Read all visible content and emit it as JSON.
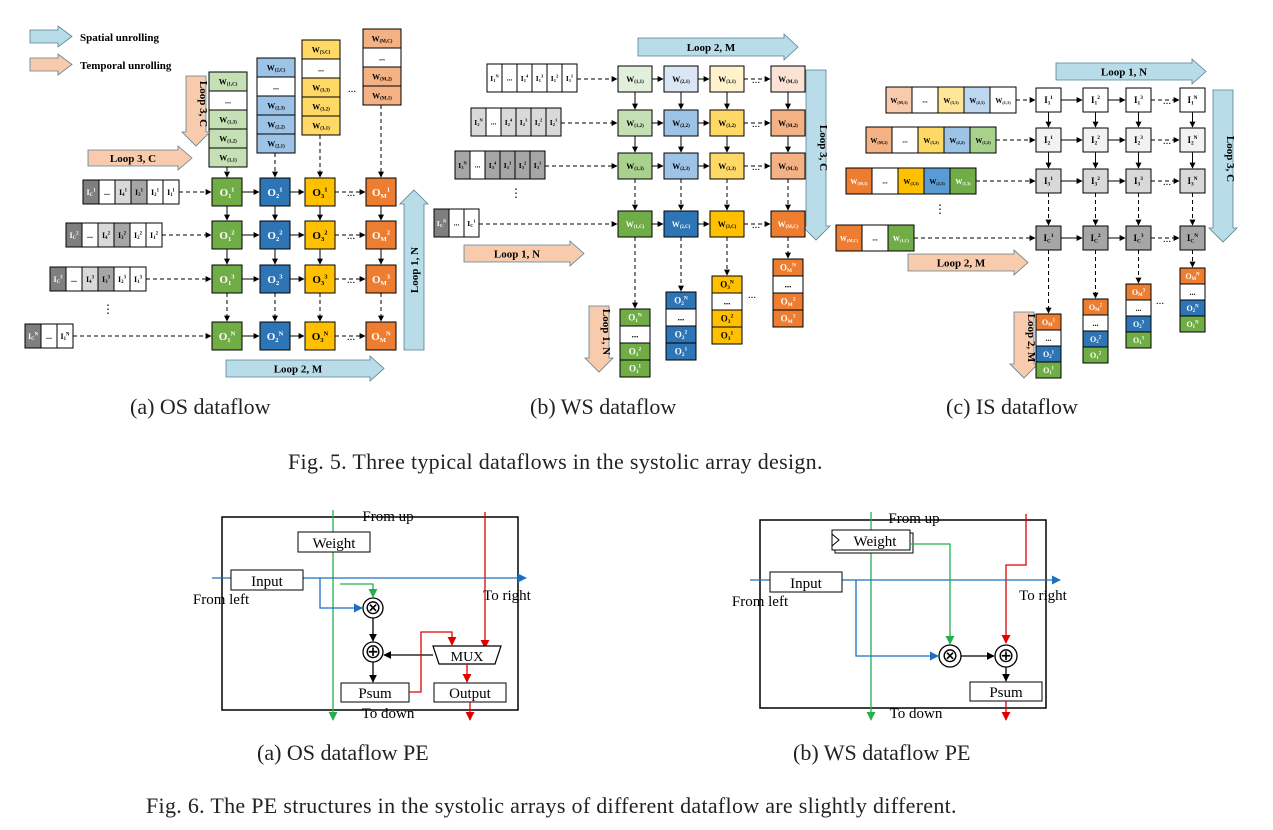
{
  "legend": {
    "spatial": "Spatial unrolling",
    "temporal": "Temporal unrolling"
  },
  "colors": {
    "spatial_arrow": "#b9dce9",
    "temporal_arrow": "#f8cbad",
    "green": "#70ad47",
    "blue": "#2e75b6",
    "yellow": "#ffc000",
    "orange": "#ed7d31",
    "gray_dark": "#7f7f7f",
    "gray_mid": "#a6a6a6",
    "gray_light": "#d9d9d9",
    "pe_arrow_blue": "#1f6fc0",
    "pe_arrow_green": "#22b14c",
    "pe_arrow_red": "#e00000"
  },
  "os": {
    "loop_spatial_right": "Loop 1, N",
    "loop_spatial_bottom": "Loop 2, M",
    "loop_temporal_left": "Loop 3, C",
    "loop_temporal_top": "Loop 3, C",
    "weights_col1": [
      "W(1,C)",
      "...",
      "W(1,3)",
      "W(1,2)",
      "W(1,1)"
    ],
    "weights_col2": [
      "W(2,C)",
      "...",
      "W(2,3)",
      "W(2,2)",
      "W(2,1)"
    ],
    "weights_col3": [
      "W(3,C)",
      "...",
      "W(3,3)",
      "W(3,2)",
      "W(3,1)"
    ],
    "weights_col4": [
      "W(M,C)",
      "...",
      "W(M,2)",
      "W(M,1)"
    ],
    "pe_rows": [
      [
        "O11",
        "O21",
        "O31",
        "OM1"
      ],
      [
        "O12",
        "O22",
        "O32",
        "OM2"
      ],
      [
        "O13",
        "O23",
        "O33",
        "OM3"
      ],
      [
        "O1N",
        "O2N",
        "O3N",
        "OMN"
      ]
    ],
    "inputs": [
      [
        "IC1",
        "...",
        "I41",
        "I31",
        "I21",
        "I11"
      ],
      [
        "IC2",
        "...",
        "I42",
        "I32",
        "I22",
        "I12"
      ],
      [
        "IC3",
        "...",
        "I43",
        "I33",
        "I23",
        "I13"
      ],
      [
        "ICN",
        "...",
        "I1N"
      ]
    ],
    "caption": "(a) OS dataflow"
  },
  "ws": {
    "loop_top": "Loop 2, M",
    "loop_right": "Loop 3, C",
    "loop_bottom": "Loop 1, N",
    "loop_left_down": "Loop 1, N",
    "inputs": [
      [
        "I1N",
        "...",
        "I14",
        "I13",
        "I12",
        "I11"
      ],
      [
        "I2N",
        "...",
        "I24",
        "I23",
        "I22",
        "I21"
      ],
      [
        "I3N",
        "...",
        "I34",
        "I33",
        "I32",
        "I31"
      ],
      [
        "ICN",
        "...",
        "IC1"
      ]
    ],
    "pe_rows": [
      [
        "W(1,1)",
        "W(2,1)",
        "W(3,1)",
        "W(M,1)"
      ],
      [
        "W(1,2)",
        "W(2,2)",
        "W(3,2)",
        "W(M,2)"
      ],
      [
        "W(1,3)",
        "W(2,3)",
        "W(3,3)",
        "W(M,3)"
      ],
      [
        "W(1,C)",
        "W(2,C)",
        "W(3,C)",
        "W(M,C)"
      ]
    ],
    "outputs": [
      [
        "O1N",
        "...",
        "O12",
        "O11"
      ],
      [
        "O2N",
        "...",
        "O22",
        "O21"
      ],
      [
        "O3N",
        "...",
        "O32",
        "O31"
      ],
      [
        "OMN",
        "...",
        "OM2",
        "OM1"
      ]
    ],
    "caption": "(b) WS dataflow"
  },
  "is": {
    "loop_top": "Loop 1, N",
    "loop_right": "Loop 3, C",
    "loop_bottom": "Loop 2, M",
    "loop_left_down": "Loop 2, M",
    "weights": [
      [
        "W(M,1)",
        "...",
        "W(3,1)",
        "W(2,1)",
        "W(1,1)"
      ],
      [
        "W(M,2)",
        "...",
        "W(3,2)",
        "W(2,2)",
        "W(1,2)"
      ],
      [
        "W(M,3)",
        "...",
        "W(3,3)",
        "W(2,3)",
        "W(1,3)"
      ],
      [
        "W(M,C)",
        "...",
        "W(1,C)"
      ]
    ],
    "pe_rows": [
      [
        "I11",
        "I12",
        "I13",
        "I1N"
      ],
      [
        "I21",
        "I22",
        "I23",
        "I2N"
      ],
      [
        "I31",
        "I32",
        "I33",
        "I3N"
      ],
      [
        "IC1",
        "IC2",
        "IC3",
        "ICN"
      ]
    ],
    "outputs": [
      [
        "OM1",
        "...",
        "O21",
        "O11"
      ],
      [
        "OM2",
        "...",
        "O22",
        "O12"
      ],
      [
        "OM3",
        "...",
        "O23",
        "O13"
      ],
      [
        "OMN",
        "...",
        "O2N",
        "O1N"
      ]
    ],
    "caption": "(c) IS dataflow"
  },
  "fig5_caption": "Fig. 5.  Three typical dataflows in the systolic array design.",
  "pe_os": {
    "from_up": "From up",
    "weight": "Weight",
    "input": "Input",
    "from_left": "From left",
    "to_right": "To right",
    "mux": "MUX",
    "psum": "Psum",
    "output": "Output",
    "to_down": "To down",
    "caption": "(a) OS dataflow PE"
  },
  "pe_ws": {
    "from_up": "From up",
    "weight": "Weight",
    "input": "Input",
    "from_left": "From left",
    "to_right": "To right",
    "psum": "Psum",
    "to_down": "To down",
    "caption": "(b) WS dataflow PE"
  },
  "fig6_caption": "Fig. 6.  The PE structures in the systolic arrays of different dataflow are slightly different."
}
